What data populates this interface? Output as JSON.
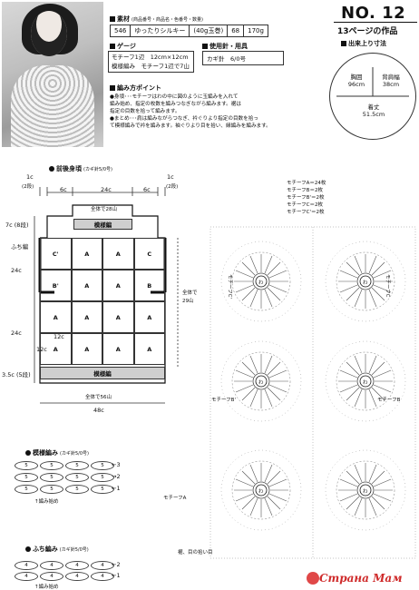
{
  "header": {
    "no": "NO. 12",
    "page_ref": "13ページの作品"
  },
  "materials": {
    "heading": "素材",
    "sub": "(商品番号・商品名・色番号・数量)",
    "row": [
      "546",
      "ゆったりシルキー",
      "(40g玉巻)",
      "68",
      "170g"
    ]
  },
  "gauge": {
    "heading": "ゲージ",
    "lines": [
      "モチーフ1辺　12cm×12cm",
      "模様編み　モチーフ1辺で7山"
    ]
  },
  "tools": {
    "heading": "使用針・用具",
    "value": "カギ針　6/0号"
  },
  "points": {
    "heading": "編み方ポイント",
    "lines": [
      "●身頃･･･モチーフはわの中に図のように玉編みを入れて",
      "編み始め、指定の枚数を編みつなぎながら編みます。裾は",
      "指定の目数を拾って編みます。",
      "●まとめ･･･肩は編みながらつなぎ、衿ぐりより指定の目数を拾っ",
      "て模様編みで衿を編みます。袖ぐりより目を拾い、縁編みを編みます。"
    ]
  },
  "size": {
    "heading": "出来上り寸法",
    "bust_label": "胸囲",
    "bust": "96cm",
    "back_label": "背肩幅",
    "back": "38cm",
    "length_label": "着丈",
    "length": "51.5cm"
  },
  "schematic": {
    "heading": "前後身頃",
    "sub": "(カギ針5/0号)",
    "top_1c_left": "1c",
    "top_2_left": "(2段)",
    "top_1c_right": "1c",
    "top_2_right": "(2段)",
    "w6a": "6c",
    "w24": "24c",
    "w6b": "6c",
    "neck": "全体で28山",
    "h7": "7c (8段)",
    "h24a": "24c",
    "h24b": "24c",
    "h12c_top": "12c",
    "h12c_side": "12c",
    "h35": "3.5c (5段)",
    "fuchi": "ふち編",
    "side_total": "全体で",
    "side_29": "29山",
    "bottom_total": "全体で56山",
    "bottom_48": "48c",
    "band_label": "模様編",
    "cells": [
      "",
      "",
      "",
      "",
      "C'",
      "A",
      "A",
      "C",
      "B'",
      "A",
      "A",
      "B",
      "A",
      "A",
      "A",
      "A"
    ],
    "cells2": [
      "A",
      "A",
      "A",
      "A"
    ]
  },
  "pattern": {
    "moyo_heading": "模様編み",
    "moyo_sub": "(カギ針5/0号)",
    "moyo_rows": [
      "3",
      "2",
      "1"
    ],
    "moyo_start": "編み始め",
    "fuchi_heading": "ふち編み",
    "fuchi_sub": "(カギ針5/0号)",
    "fuchi_rows": [
      "2",
      "1"
    ],
    "fuchi_start": "編み始め"
  },
  "motif": {
    "counts": [
      "モチーフA＝24枚",
      "モチーフB＝2枚",
      "モチーフB'＝2枚",
      "モチーフC＝2枚",
      "モチーフC'＝2枚"
    ],
    "c_prime": "モチーフC'",
    "c": "モチーフC",
    "b_prime": "モチーフB'",
    "b": "モチーフB",
    "a": "モチーフA",
    "ring": "わ",
    "pickup": "裾、目の拾い目"
  },
  "watermark": "Страна Мам"
}
